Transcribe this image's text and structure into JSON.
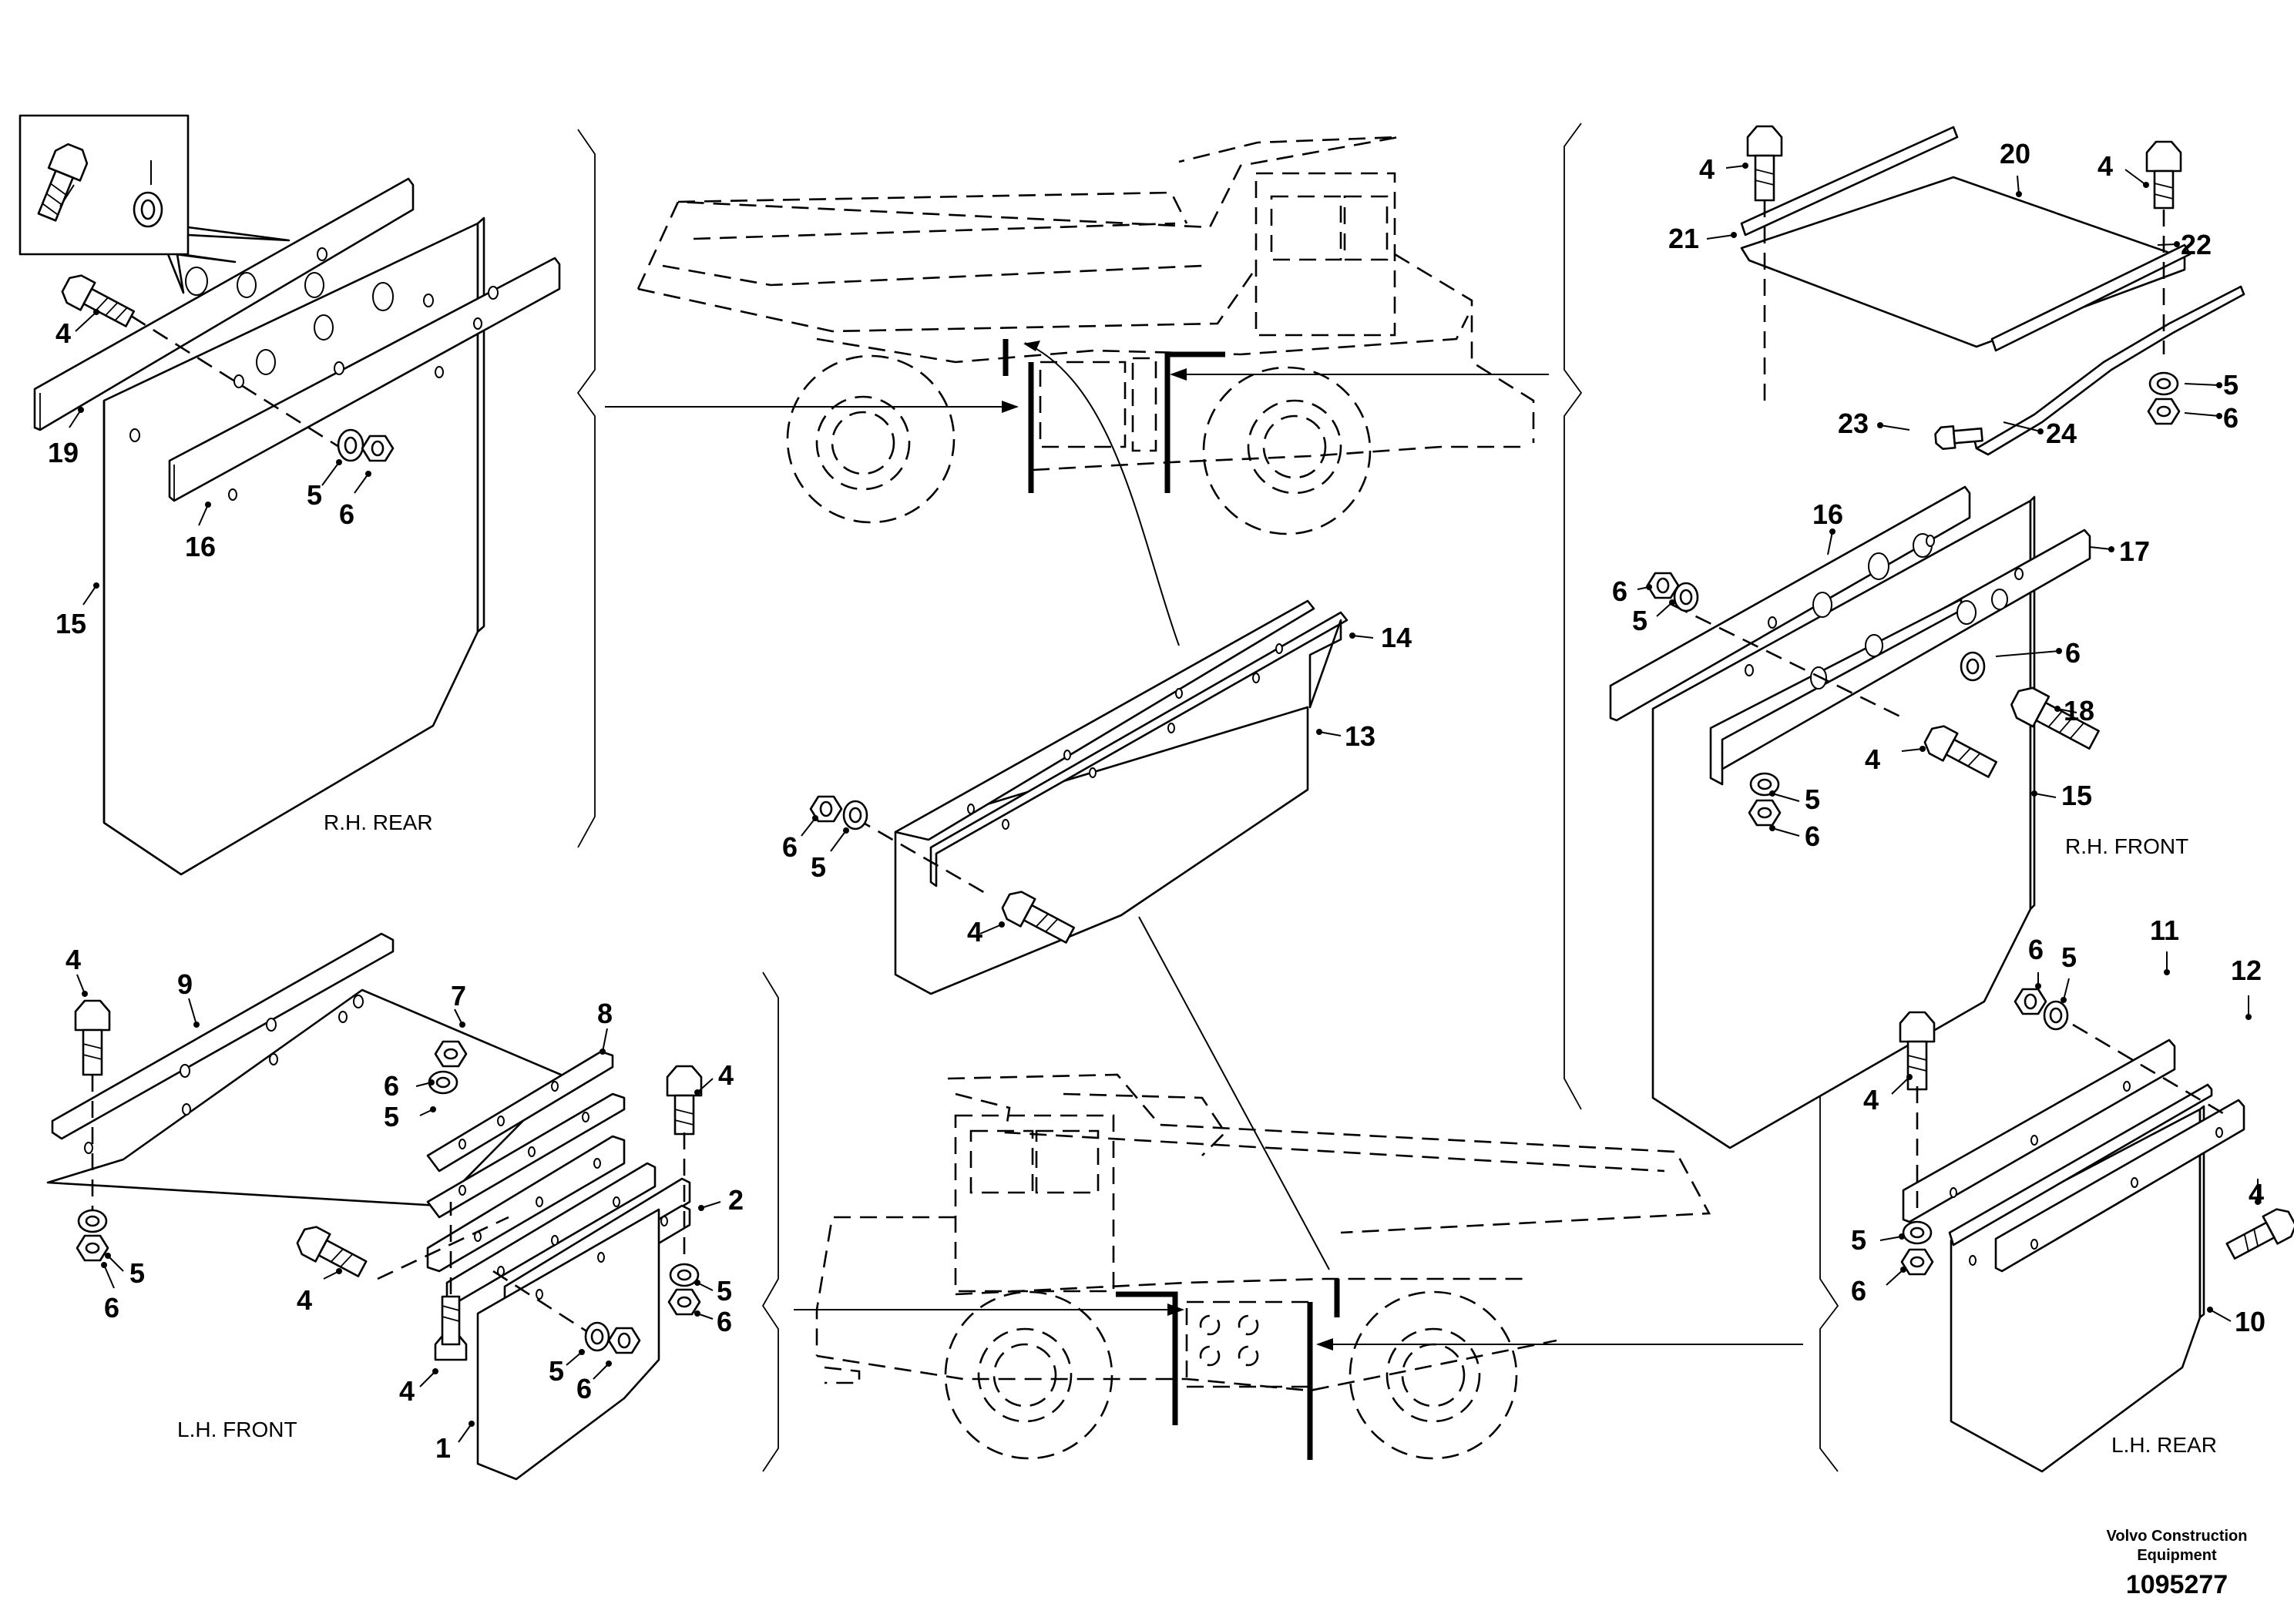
{
  "figure": {
    "credit_line1": "Volvo Construction",
    "credit_line2": "Equipment",
    "document_number": "1095277"
  },
  "captions": {
    "rh_rear": "R.H. REAR",
    "rh_front": "R.H. FRONT",
    "lh_front": "L.H. FRONT",
    "lh_rear": "L.H. REAR"
  },
  "part_numbers": {
    "rh_rear": [
      "4",
      "19",
      "5",
      "6",
      "16",
      "15"
    ],
    "center": [
      "14",
      "13",
      "6",
      "5",
      "4"
    ],
    "rh_front": [
      "4",
      "20",
      "4",
      "21",
      "22",
      "5",
      "6",
      "23",
      "24",
      "16",
      "17",
      "6",
      "5",
      "6",
      "18",
      "4",
      "5",
      "6",
      "15"
    ],
    "lh_front": [
      "4",
      "9",
      "7",
      "8",
      "6",
      "5",
      "4",
      "2",
      "5",
      "6",
      "4",
      "5",
      "6",
      "5",
      "6",
      "4",
      "1"
    ],
    "lh_rear": [
      "11",
      "12",
      "6",
      "5",
      "4",
      "4",
      "5",
      "6",
      "10"
    ]
  },
  "icons": [
    "bolt-icon",
    "lock-washer-icon",
    "nut-icon"
  ]
}
